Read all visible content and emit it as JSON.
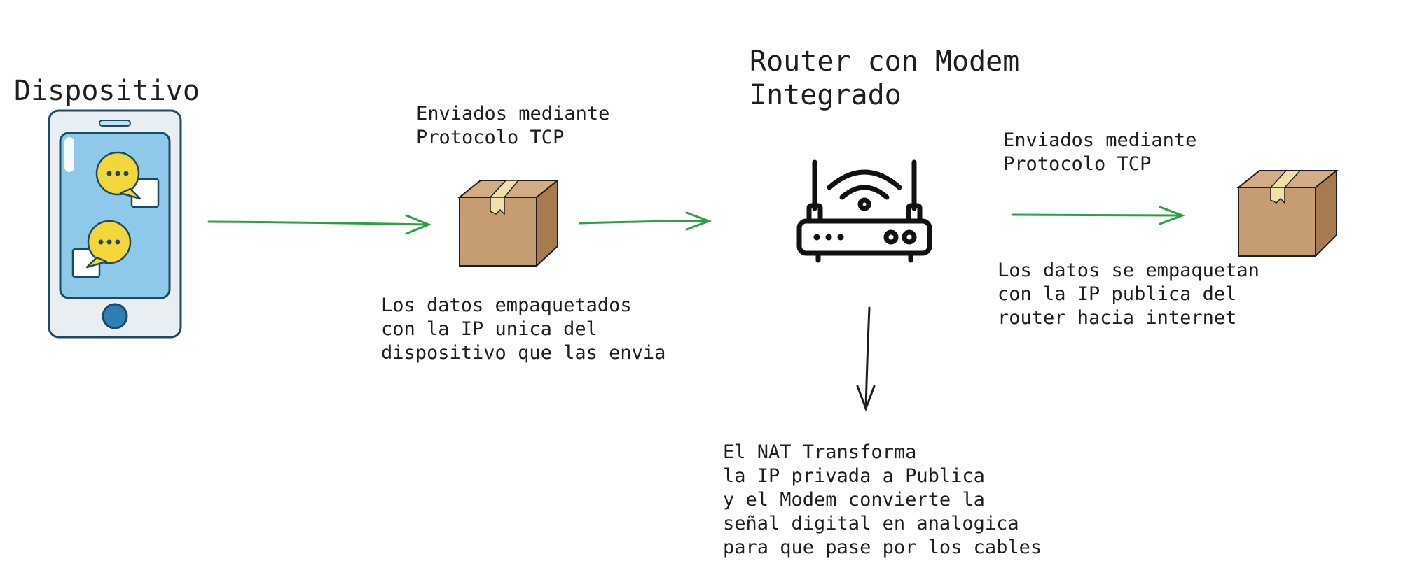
{
  "device": {
    "title": "Dispositivo",
    "icon": "smartphone-chat-icon"
  },
  "router": {
    "title_line1": "Router con Modem",
    "title_line2": "Integrado",
    "icon": "wifi-router-icon"
  },
  "packets": [
    {
      "icon": "package-box-icon",
      "protocol_line1": "Enviados mediante",
      "protocol_line2": "Protocolo TCP",
      "caption_lines": [
        "Los datos empaquetados",
        "con la IP unica del",
        "dispositivo que las envia"
      ]
    },
    {
      "icon": "package-box-icon",
      "protocol_line1": "Enviados mediante",
      "protocol_line2": "Protocolo TCP",
      "caption_lines": [
        "Los datos se empaquetan",
        "con la IP publica del",
        "router hacia internet"
      ]
    }
  ],
  "nat_note": {
    "lines": [
      "El NAT Transforma",
      "la IP privada a Publica",
      "y el Modem convierte la",
      "señal digital en analogica",
      "para que pase por los cables"
    ]
  },
  "colors": {
    "arrow_green": "#2f9e44",
    "arrow_dark": "#1e1e1e",
    "box_front": "#c69c72",
    "box_top": "#d2ac84",
    "box_side": "#a77b4f",
    "tape": "#f1e1a6",
    "phone_screen": "#8ec9ea",
    "phone_body": "#e8eef2",
    "phone_outline": "#1d4a63",
    "chat_bubble": "#f3d63a"
  }
}
